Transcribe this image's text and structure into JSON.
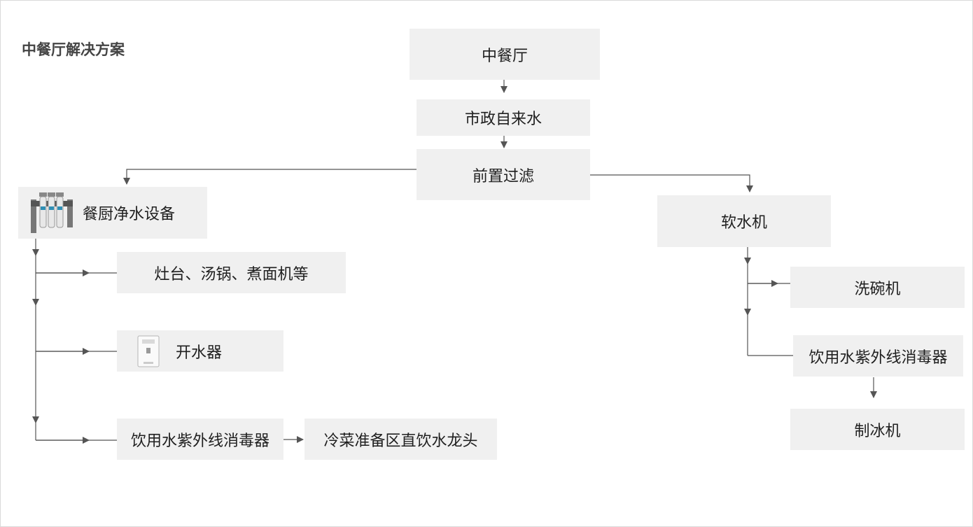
{
  "title": "中餐厅解决方案",
  "colors": {
    "node_bg": "#f0f0f0",
    "line": "#555555",
    "text": "#1f1f1f"
  },
  "nodes": {
    "restaurant": "中餐厅",
    "municipal_water": "市政自来水",
    "prefilter": "前置过滤",
    "kitchen_purifier": "餐厨净水设备",
    "stove": "灶台、汤锅、煮面机等",
    "boiler": "开水器",
    "uv_left": "饮用水紫外线消毒器",
    "faucet": "冷菜准备区直饮水龙头",
    "softener": "软水机",
    "dishwasher": "洗碗机",
    "uv_right": "饮用水紫外线消毒器",
    "ice_maker": "制冰机"
  },
  "icons": {
    "kitchen_purifier": "filter-cartridge-icon",
    "boiler": "water-boiler-icon"
  }
}
